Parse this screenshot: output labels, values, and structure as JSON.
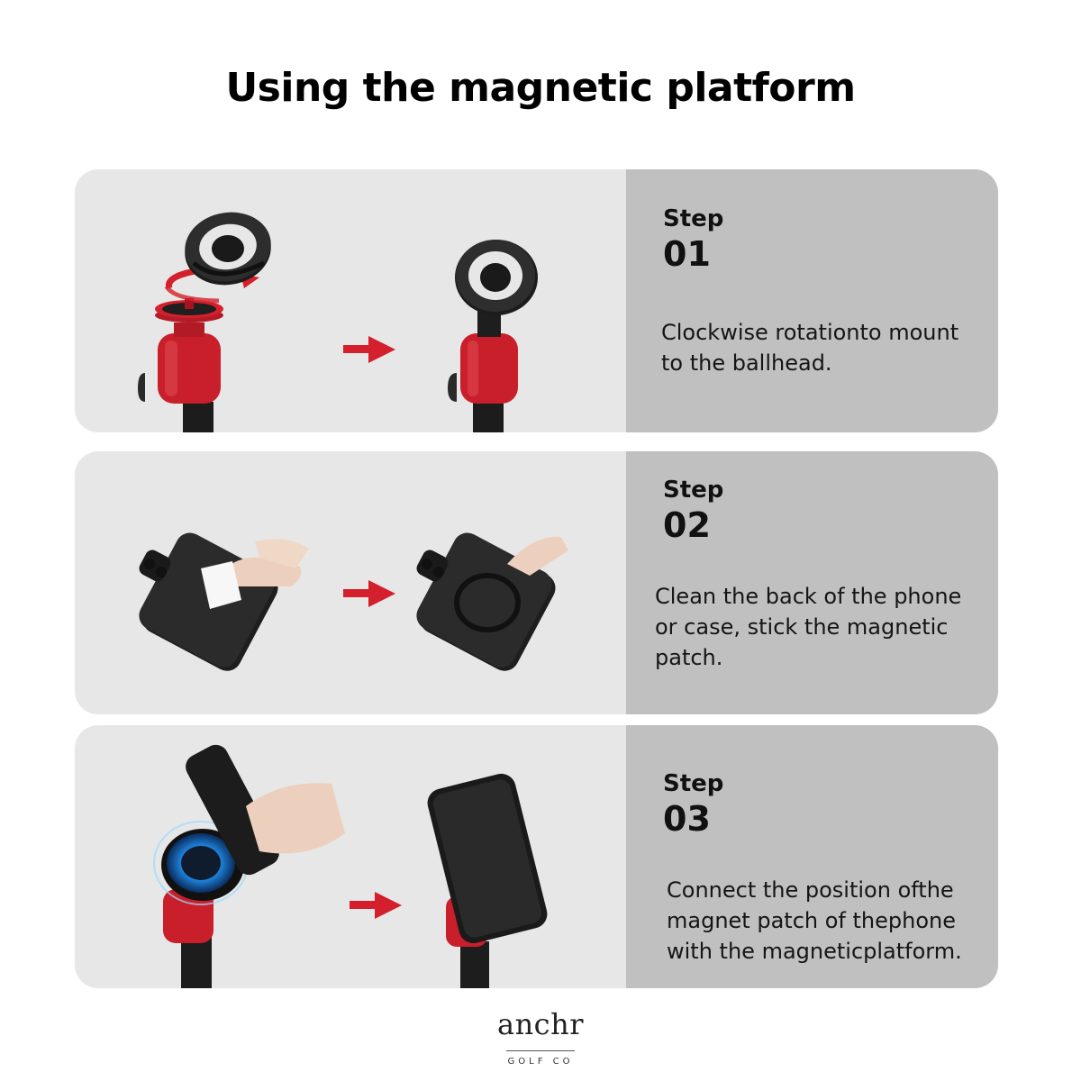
{
  "title": "Using the magnetic platform",
  "colors": {
    "page_background": "#ffffff",
    "card_background": "#e7e7e7",
    "text_panel_background": "#c0c0c0",
    "accent_red": "#d4202c",
    "mount_black": "#1a1a1a"
  },
  "steps": [
    {
      "label": "Step",
      "number": "01",
      "description": "Clockwise rotationto mount to the ballhead.",
      "illustration": [
        "magnetic-ring-icon",
        "rotation-arrow-icon",
        "ballhead-icon",
        "arrow-right-icon",
        "mounted-ballhead-icon"
      ]
    },
    {
      "label": "Step",
      "number": "02",
      "description": "Clean the back of the phone or case, stick the magnetic patch.",
      "illustration": [
        "phone-back-icon",
        "cleaning-hand-icon",
        "arrow-right-icon",
        "phone-with-patch-icon"
      ]
    },
    {
      "label": "Step",
      "number": "03",
      "description": "Connect the position ofthe magnet patch of thephone with the magneticplatform.",
      "illustration": [
        "hand-holding-phone-icon",
        "magnetic-glow-icon",
        "arrow-right-icon",
        "phone-mounted-icon"
      ]
    }
  ],
  "brand": {
    "name": "anchr",
    "subtitle": "GOLF CO"
  }
}
